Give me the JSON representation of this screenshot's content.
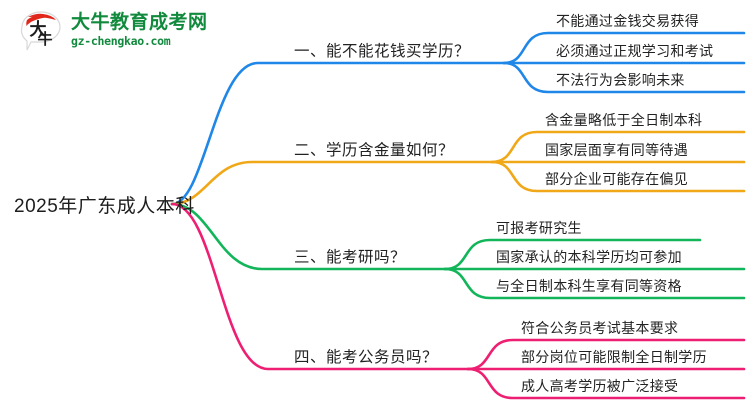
{
  "logo": {
    "mark_char": "大牛",
    "brand_cn": "大牛教育成考网",
    "url": "gz-chengkao.com",
    "brand_color": "#118a3d",
    "mark_accent_color": "#e1261c"
  },
  "mindmap": {
    "root": {
      "label": "2025年广东成人本科"
    },
    "branches": [
      {
        "label": "一、能不能花钱买学历？",
        "color": "#1e87e8",
        "leaves": [
          "不能通过金钱交易获得",
          "必须通过正规学习和考试",
          "不法行为会影响未来"
        ]
      },
      {
        "label": "二、学历含金量如何？",
        "color": "#f0a818",
        "leaves": [
          "含金量略低于全日制本科",
          "国家层面享有同等待遇",
          "部分企业可能存在偏见"
        ]
      },
      {
        "label": "三、能考研吗？",
        "color": "#13b55a",
        "leaves": [
          "可报考研究生",
          "国家承认的本科学历均可参加",
          "与全日制本科生享有同等资格"
        ]
      },
      {
        "label": "四、能考公务员吗？",
        "color": "#ee1f73",
        "leaves": [
          "符合公务员考试基本要求",
          "部分岗位可能限制全日制学历",
          "成人高考学历被广泛接受"
        ]
      }
    ]
  }
}
